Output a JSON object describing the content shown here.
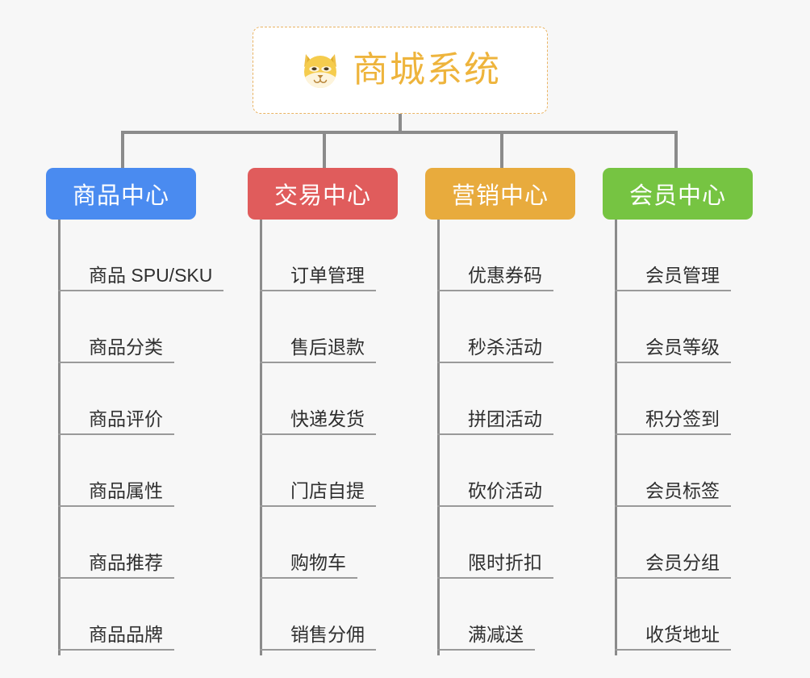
{
  "diagram": {
    "type": "org-tree",
    "background_color": "#f7f7f7",
    "connector_color": "#8b8b8b",
    "root": {
      "title": "商城系统",
      "icon": "shiba-dog-face-icon",
      "text_color": "#eeb43c",
      "border_color": "#eab464",
      "background_color": "#ffffff"
    },
    "columns": [
      {
        "label": "商品中心",
        "color": "#4a8bf0",
        "items": [
          "商品 SPU/SKU",
          "商品分类",
          "商品评价",
          "商品属性",
          "商品推荐",
          "商品品牌"
        ]
      },
      {
        "label": "交易中心",
        "color": "#e05c5c",
        "items": [
          "订单管理",
          "售后退款",
          "快递发货",
          "门店自提",
          "购物车",
          "销售分佣"
        ]
      },
      {
        "label": "营销中心",
        "color": "#e8ab3d",
        "items": [
          "优惠券码",
          "秒杀活动",
          "拼团活动",
          "砍价活动",
          "限时折扣",
          "满减送"
        ]
      },
      {
        "label": "会员中心",
        "color": "#76c442",
        "items": [
          "会员管理",
          "会员等级",
          "积分签到",
          "会员标签",
          "会员分组",
          "收货地址"
        ]
      }
    ]
  },
  "layout": {
    "column_left_positions": [
      57,
      307,
      527,
      747
    ],
    "spine_left_positions": [
      72,
      322,
      542,
      762
    ],
    "drop_left_positions": [
      150,
      400,
      620,
      836
    ]
  }
}
